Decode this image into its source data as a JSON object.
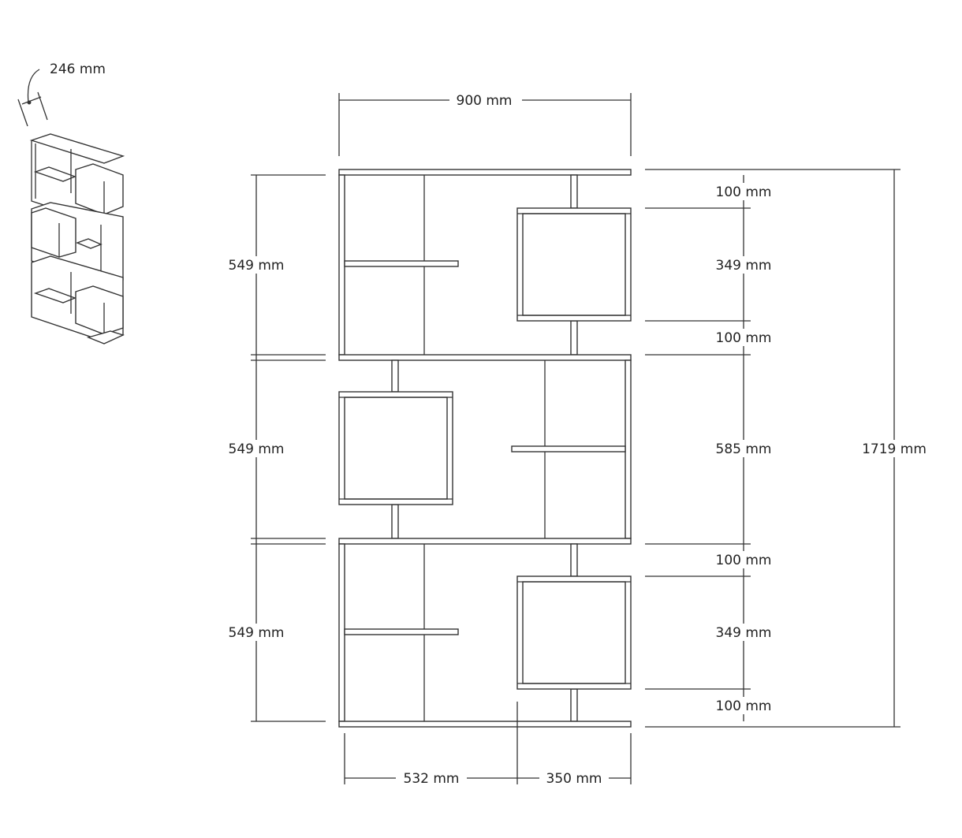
{
  "depth_label": "246 mm",
  "width_label": "900 mm",
  "left_heights": [
    "549 mm",
    "549 mm",
    "549 mm"
  ],
  "right_heights": [
    "100 mm",
    "349 mm",
    "100 mm",
    "585 mm",
    "100 mm",
    "349 mm",
    "100 mm"
  ],
  "total_height": "1719 mm",
  "bottom_widths": [
    "532 mm",
    "350 mm"
  ]
}
